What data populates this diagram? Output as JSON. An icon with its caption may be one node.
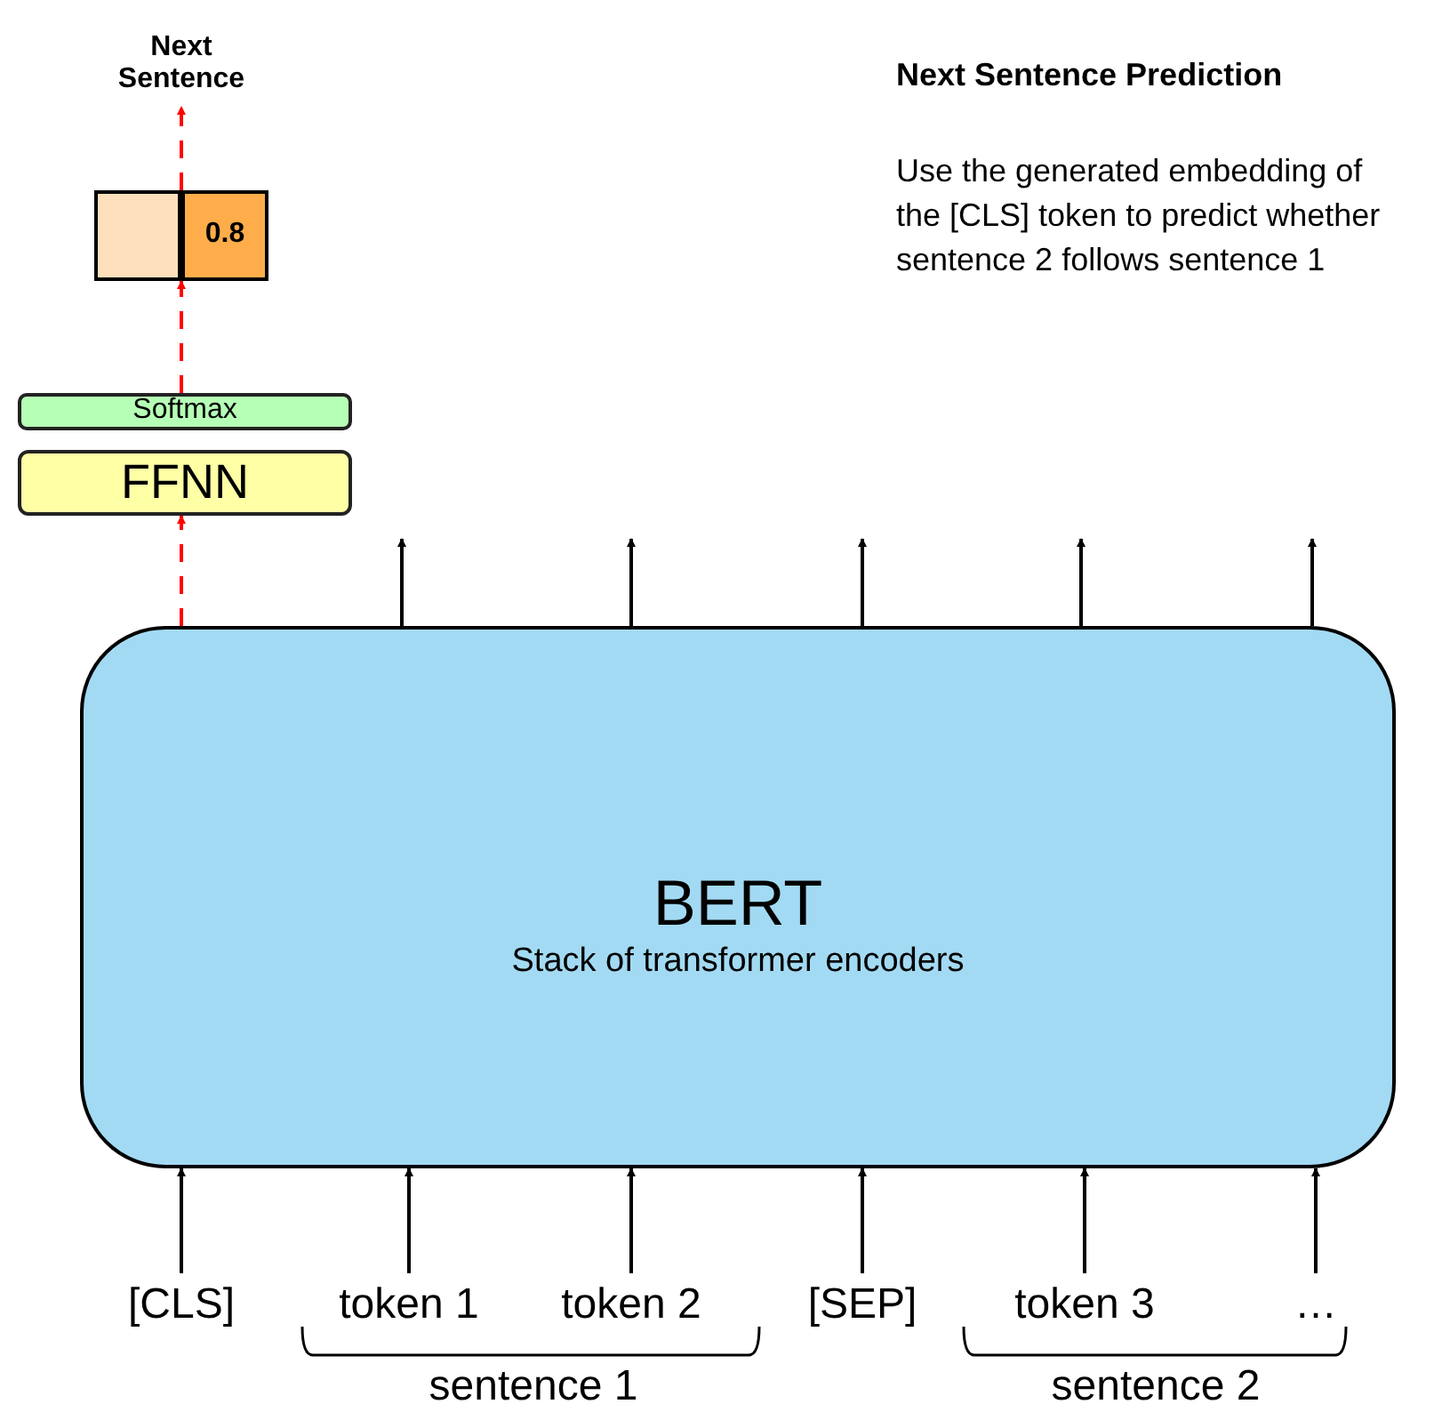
{
  "diagram": {
    "title": "Next Sentence Prediction",
    "nodes": [
      {
        "text": [
          "BERT",
          "Stack of transformer encoders"
        ]
      },
      {
        "text": [
          "FFNN"
        ]
      },
      {
        "text": [
          "Softmax"
        ]
      },
      {
        "text": [],
        "shape": "box"
      },
      {
        "text": [
          "0.8"
        ]
      },
      {
        "text": [
          "Next Sentence"
        ]
      },
      {
        "text": [
          "[CLS]"
        ]
      },
      {
        "text": [
          "token 1"
        ]
      },
      {
        "text": [
          "token 2"
        ]
      },
      {
        "text": [
          "[SEP]"
        ]
      },
      {
        "text": [
          "token 3"
        ]
      },
      {
        "text": [
          "…"
        ]
      }
    ],
    "edges": [
      {
        "from": 0,
        "to": 1,
        "arrow": "to",
        "style": "dashed",
        "color": "#ff0000"
      },
      {
        "from": 2,
        "to": 3,
        "arrow": "to",
        "style": "dashed",
        "color": "#ff0000"
      },
      {
        "from": 3,
        "to": 5,
        "arrow": "to",
        "style": "dashed",
        "color": "#ff0000"
      },
      {
        "from": 0,
        "to": null,
        "arrow": "to"
      },
      {
        "from": 0,
        "to": null,
        "arrow": "to"
      },
      {
        "from": 0,
        "to": null,
        "arrow": "to"
      },
      {
        "from": 0,
        "to": null,
        "arrow": "to"
      },
      {
        "from": 0,
        "to": null,
        "arrow": "to"
      },
      {
        "from": 6,
        "to": 0,
        "arrow": "to"
      },
      {
        "from": 7,
        "to": 0,
        "arrow": "to"
      },
      {
        "from": 8,
        "to": 0,
        "arrow": "to"
      },
      {
        "from": 9,
        "to": 0,
        "arrow": "to"
      },
      {
        "from": 10,
        "to": 0,
        "arrow": "to"
      },
      {
        "from": 11,
        "to": 0,
        "arrow": "to"
      }
    ],
    "labels": [
      "Use the generated embedding of the [CLS] token to predict whether sentence 2 follows sentence 1",
      "sentence 1",
      "sentence 2"
    ]
  }
}
